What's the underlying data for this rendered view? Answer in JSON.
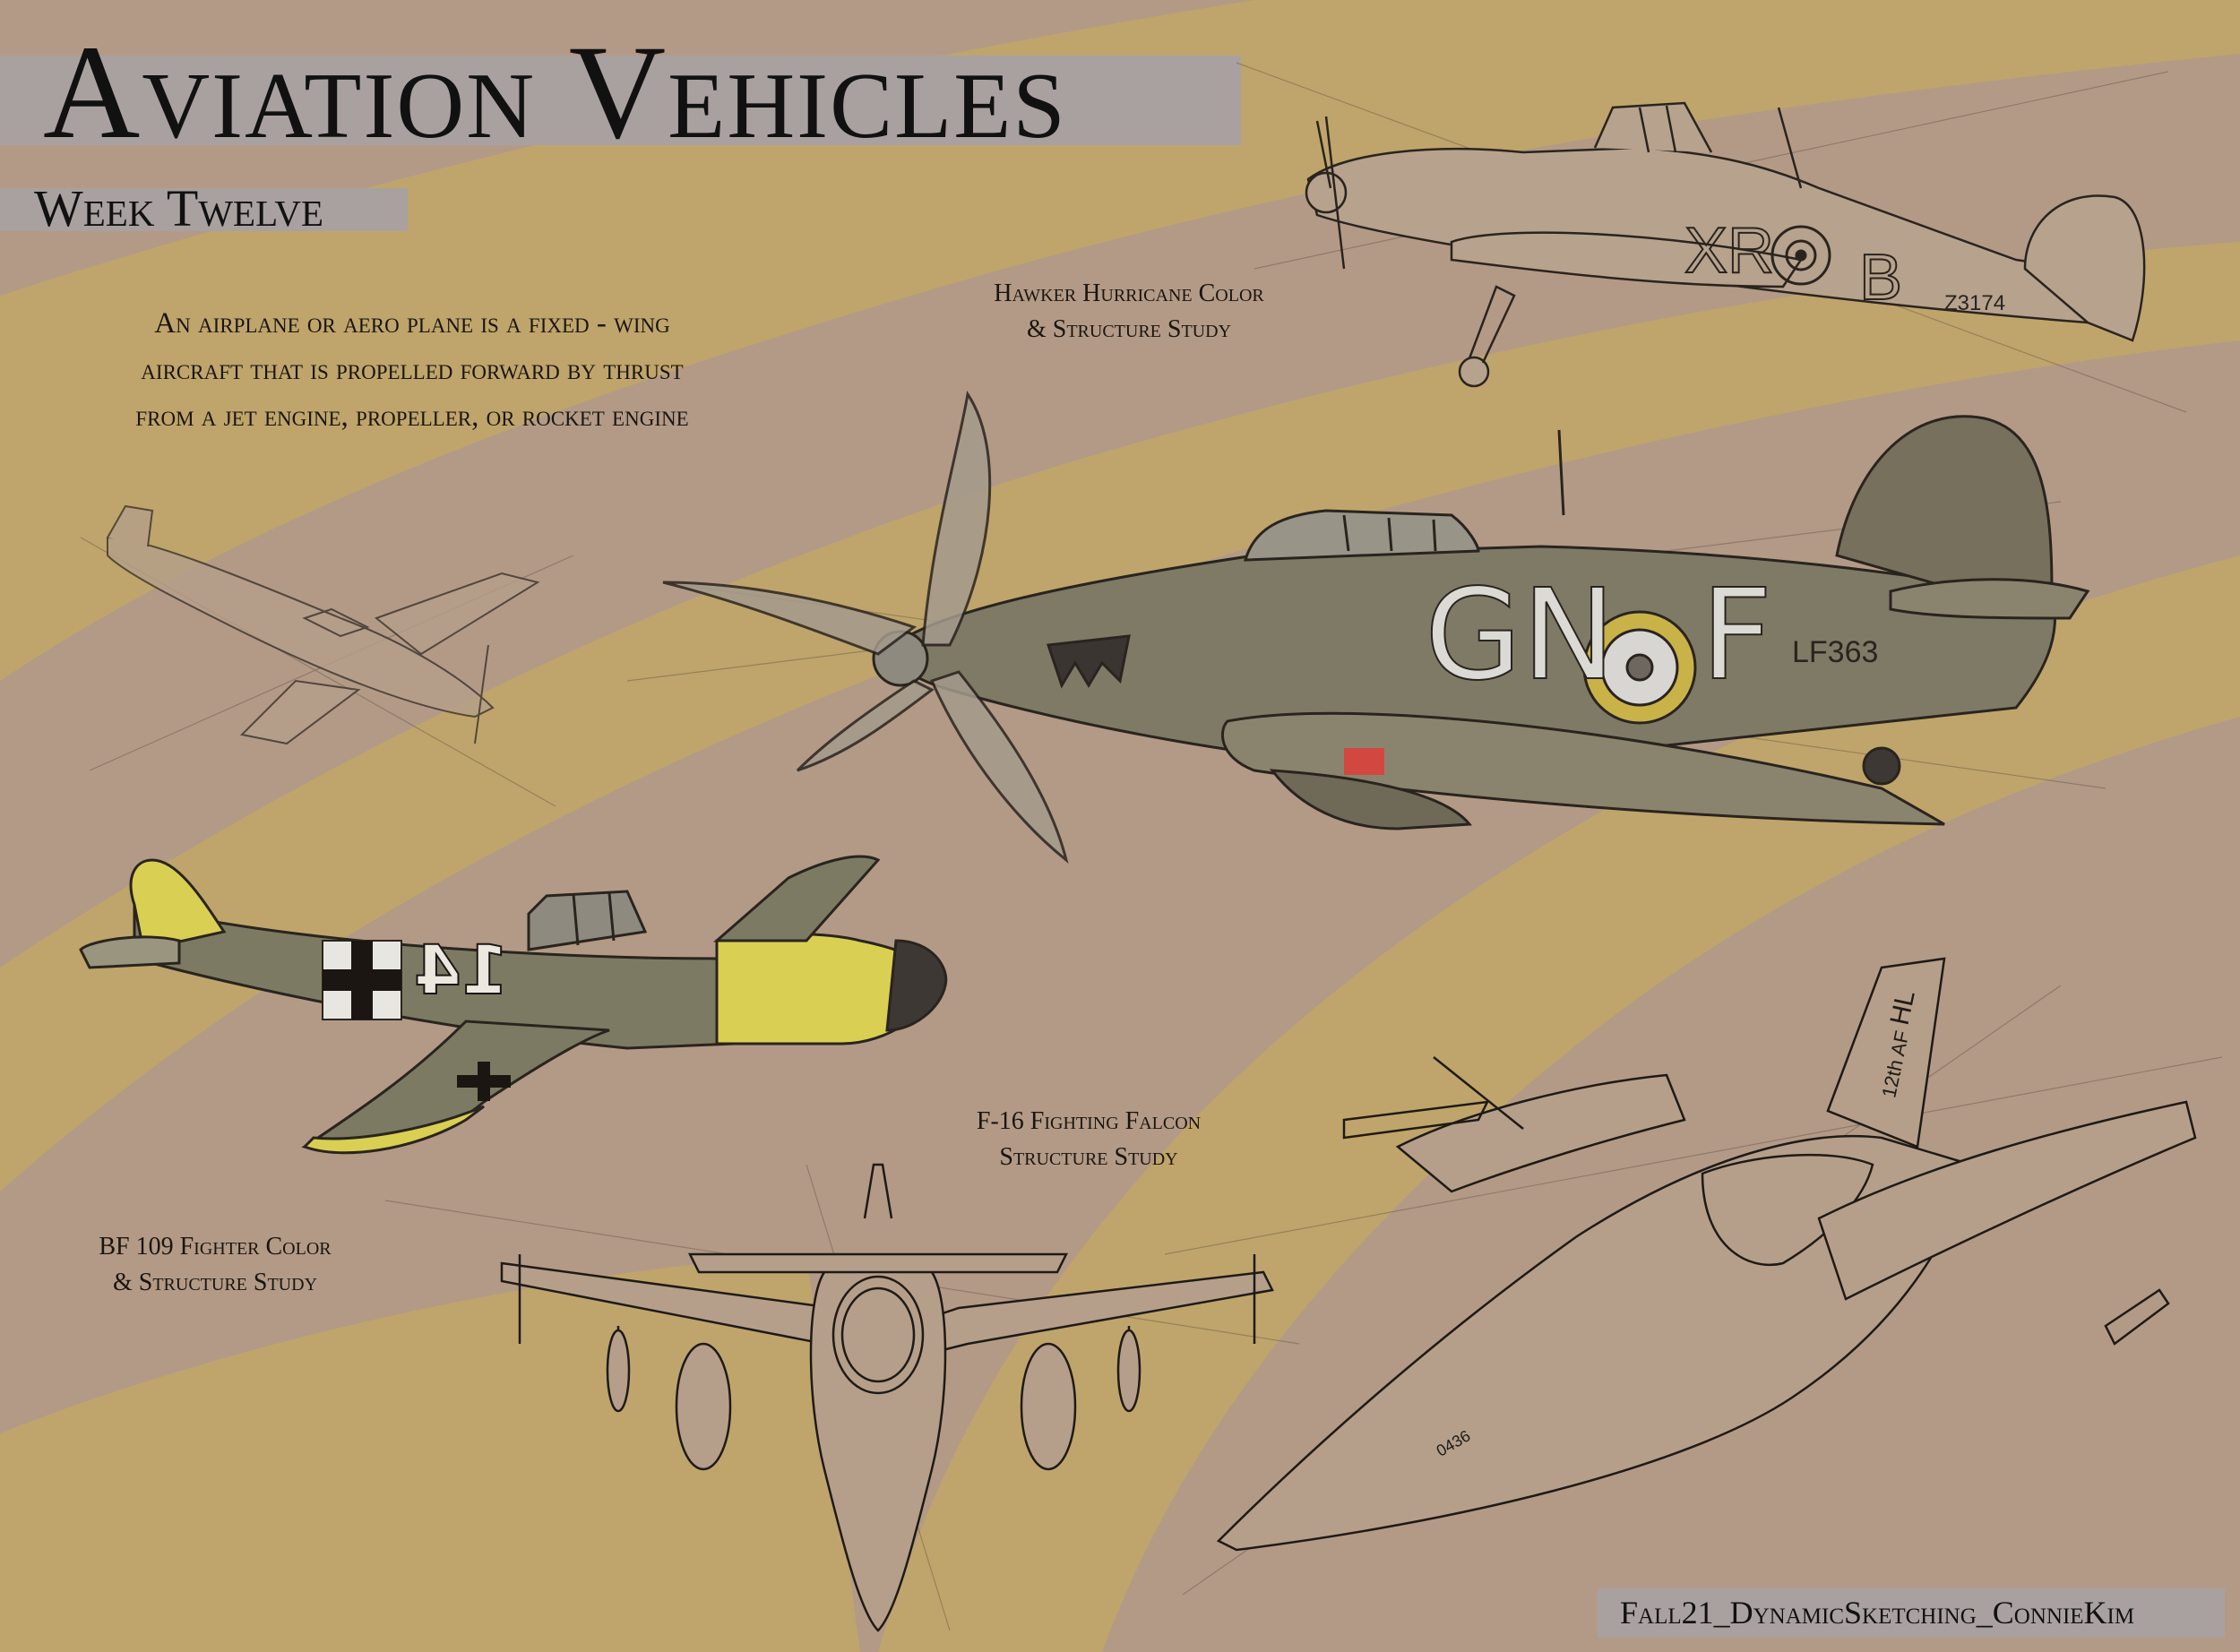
{
  "header": {
    "title": "Aviation Vehicles",
    "subtitle": "Week Twelve"
  },
  "intro": {
    "line1": "An airplane or aero plane is a fixed - wing",
    "line2": "aircraft that is propelled forward by thrust",
    "line3": "from a jet engine, propeller, or rocket engine"
  },
  "captions": {
    "hurricane_line1": "Hawker Hurricane Color",
    "hurricane_line2": "& Structure Study",
    "bf109_line1": "BF 109 Fighter Color",
    "bf109_line2": "& Structure Study",
    "f16_line1": "F-16 Fighting Falcon",
    "f16_line2": "Structure Study"
  },
  "markings": {
    "hurricane_sketch_code": "XR",
    "hurricane_sketch_letter": "B",
    "hurricane_sketch_serial": "Z3174",
    "hurricane_color_code": "GN",
    "hurricane_color_letter": "F",
    "hurricane_color_serial": "LF363",
    "bf109_number": "14",
    "f16_tail_code": "HL",
    "f16_tail_unit": "12th AF",
    "f16_nose_number": "0436"
  },
  "footer": {
    "credit": "Fall21_DynamicSketching_ConnieKim"
  },
  "colors": {
    "paper": "#b39a86",
    "ochre_stripe": "#bfa56b",
    "title_band": "#a9a1a0",
    "hurricane_olive": "#7f7a66",
    "bf109_yellow": "#d9cf52",
    "roundel_yellow": "#c9b248",
    "red_patch": "#d2473f"
  }
}
